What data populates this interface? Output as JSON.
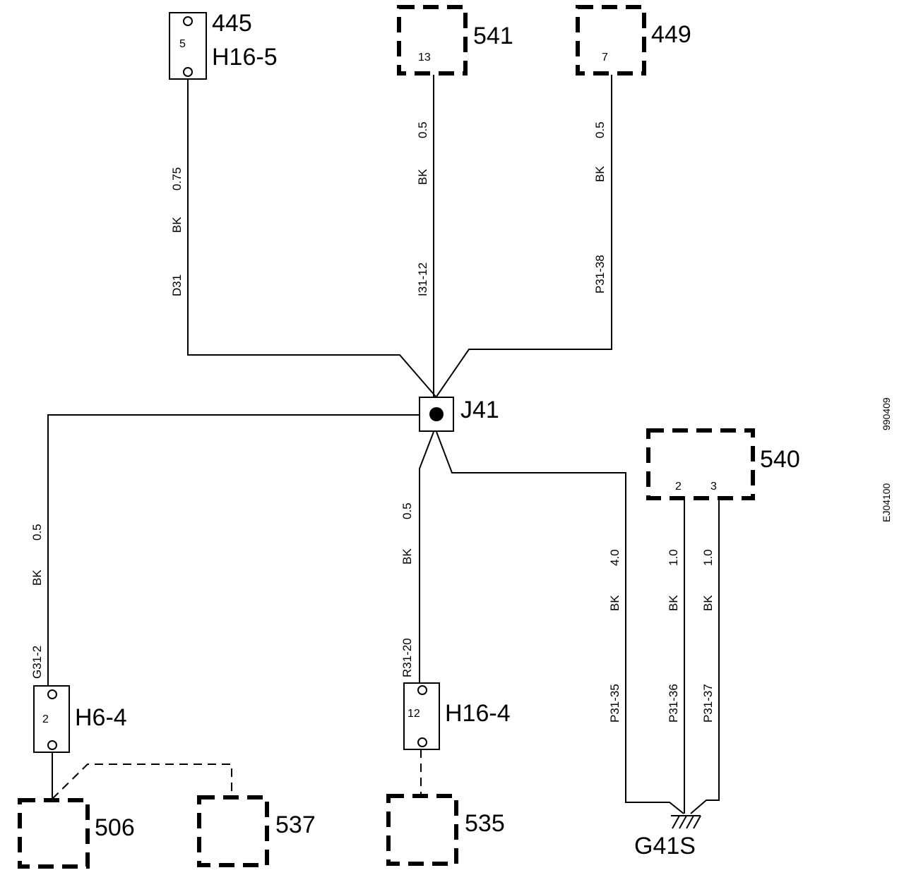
{
  "components": {
    "c445": {
      "id": "445",
      "connector": "H16-5",
      "pin": "5"
    },
    "c541": {
      "id": "541",
      "pin": "13"
    },
    "c449": {
      "id": "449",
      "pin": "7"
    },
    "j41": {
      "id": "J41"
    },
    "c540": {
      "id": "540",
      "pin_a": "2",
      "pin_b": "3"
    },
    "h6_4": {
      "connector": "H6-4",
      "pin": "2"
    },
    "h16_4": {
      "connector": "H16-4",
      "pin": "12"
    },
    "c506": {
      "id": "506"
    },
    "c537": {
      "id": "537"
    },
    "c535": {
      "id": "535"
    },
    "g41s": {
      "id": "G41S"
    }
  },
  "wires": {
    "w445": {
      "circuit": "D31",
      "color": "BK",
      "size": "0.75"
    },
    "w541": {
      "circuit": "I31-12",
      "color": "BK",
      "size": "0.5"
    },
    "w449": {
      "circuit": "P31-38",
      "color": "BK",
      "size": "0.5"
    },
    "wh6": {
      "circuit": "G31-2",
      "color": "BK",
      "size": "0.5"
    },
    "wh16": {
      "circuit": "R31-20",
      "color": "BK",
      "size": "0.5"
    },
    "wg1": {
      "circuit": "P31-35",
      "color": "BK",
      "size": "4.0"
    },
    "wg2": {
      "circuit": "P31-36",
      "color": "BK",
      "size": "1.0"
    },
    "wg3": {
      "circuit": "P31-37",
      "color": "BK",
      "size": "1.0"
    }
  },
  "refs": {
    "r1": "990409",
    "r2": "EJ04100"
  }
}
